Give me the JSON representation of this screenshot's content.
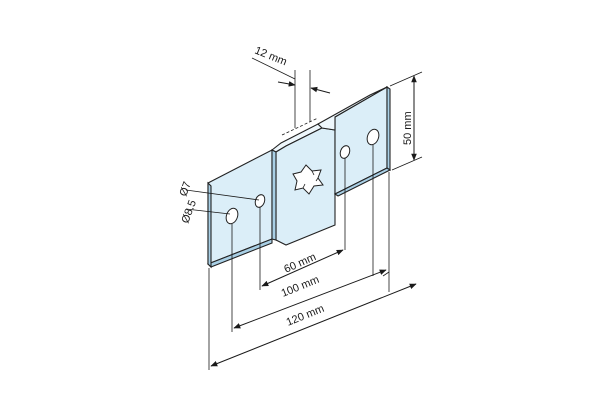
{
  "dimensions": {
    "thickness": "12 mm",
    "height": "50 mm",
    "hole_small": "Ø7",
    "hole_large": "Ø8.5",
    "spacing_inner": "60 mm",
    "spacing_middle": "100 mm",
    "overall_length": "120 mm"
  },
  "colors": {
    "plate_face": "#dbeef8",
    "plate_edge": "#a8cfe5",
    "line": "#1a1a1a"
  }
}
